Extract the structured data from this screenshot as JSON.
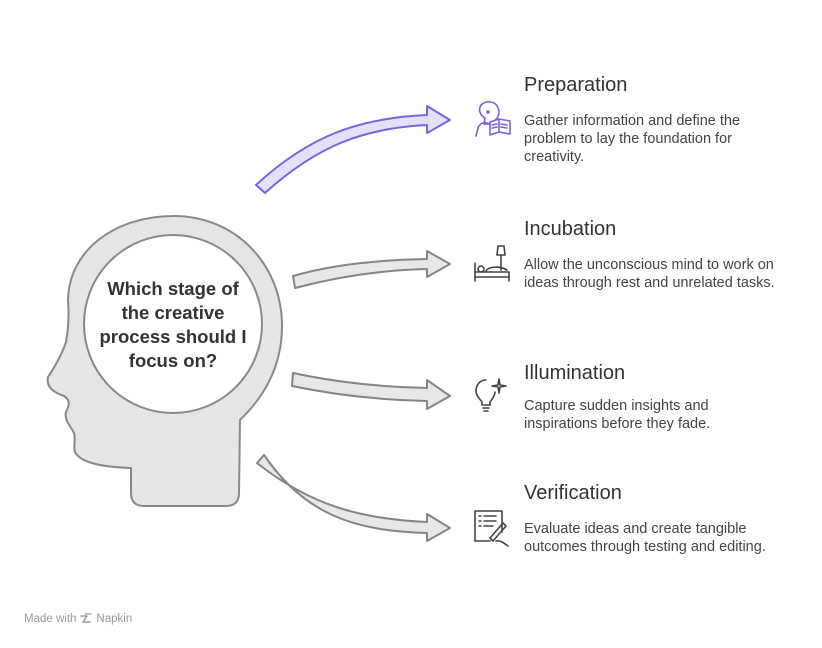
{
  "question": "Which stage of the creative process should I focus on?",
  "stages": [
    {
      "title": "Preparation",
      "description": "Gather information and define the problem to lay the foundation for creativity.",
      "icon": "person-reading-icon"
    },
    {
      "title": "Incubation",
      "description": "Allow the unconscious mind to work on ideas through rest and unrelated tasks.",
      "icon": "person-in-bed-icon"
    },
    {
      "title": "Illumination",
      "description": "Capture sudden insights and inspirations before they fade.",
      "icon": "lightbulb-sparkle-icon"
    },
    {
      "title": "Verification",
      "description": "Evaluate ideas and create tangible outcomes through testing and editing.",
      "icon": "document-pen-icon"
    }
  ],
  "footer": {
    "made_with": "Made with",
    "brand": "Napkin"
  },
  "colors": {
    "highlight_fill": "#e5e0fb",
    "highlight_stroke": "#7b61e0",
    "arrow_fill": "#e8e8e8",
    "arrow_stroke": "#858585",
    "head_fill": "#e6e6e6",
    "head_stroke": "#8a8a8a",
    "icon_highlight": "#7b61e0",
    "icon_default": "#444444"
  }
}
